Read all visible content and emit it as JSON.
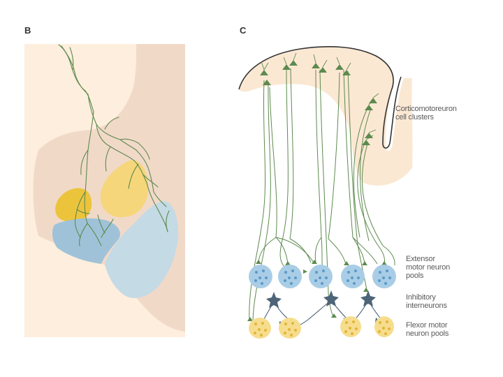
{
  "panels": {
    "b": {
      "letter": "B"
    },
    "c": {
      "letter": "C"
    }
  },
  "labels": {
    "clusters": [
      "Corticomotoreuron",
      "cell clusters"
    ],
    "extensor": [
      "Extensor",
      "motor neuron",
      "pools"
    ],
    "inhibitory": [
      "Inhibitory",
      "interneurons"
    ],
    "flexor": [
      "Flexor motor",
      "neuron pools"
    ]
  },
  "colors": {
    "background_panel_b": "#fdeedd",
    "gray_matter": "#f1d9c8",
    "neuron_green": "#5d8a4e",
    "extensor_blue": "#a9cde6",
    "extensor_dot": "#5b9ac7",
    "flexor_yellow": "#f6dd8e",
    "flexor_dot": "#e3b43a",
    "interneuron_slate": "#4e6478",
    "cortex_peach": "#fbe8d3",
    "cortex_outline": "#333333",
    "label_gray": "#5a5a5a"
  }
}
